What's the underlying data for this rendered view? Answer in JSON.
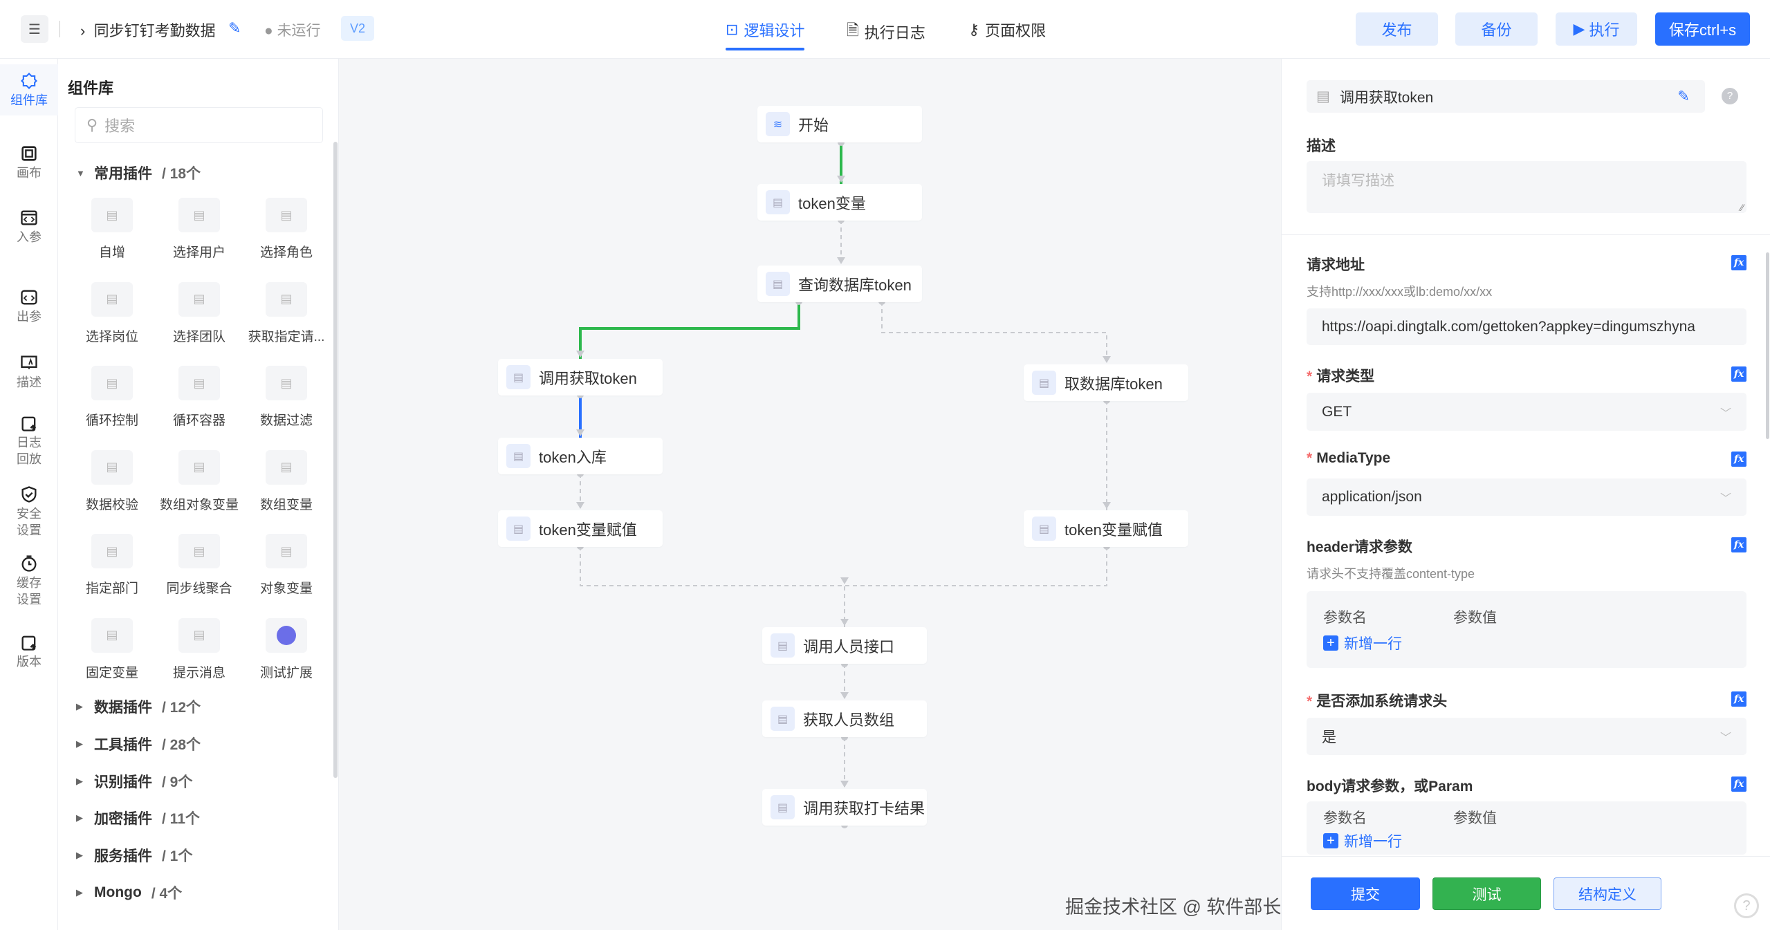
{
  "header": {
    "title": "同步钉钉考勤数据",
    "status": "未运行",
    "version": "V2",
    "tabs": [
      {
        "label": "逻辑设计",
        "active": true
      },
      {
        "label": "执行日志"
      },
      {
        "label": "页面权限"
      }
    ],
    "buttons": {
      "publish": "发布",
      "backup": "备份",
      "run": "执行",
      "save": "保存ctrl+s"
    }
  },
  "rail": [
    {
      "label": "组件库",
      "icon": "puzzle-icon",
      "active": true
    },
    {
      "label": "画布",
      "icon": "canvas-icon"
    },
    {
      "label": "入参",
      "icon": "code-icon"
    },
    {
      "label": "出参",
      "icon": "output-icon"
    },
    {
      "label": "描述",
      "icon": "description-icon"
    },
    {
      "label": "日志\n回放",
      "icon": "log-replay-icon"
    },
    {
      "label": "安全\n设置",
      "icon": "shield-icon"
    },
    {
      "label": "缓存\n设置",
      "icon": "timer-icon"
    },
    {
      "label": "版本",
      "icon": "version-icon"
    }
  ],
  "library": {
    "title": "组件库",
    "search_placeholder": "搜索",
    "open_section": {
      "name": "常用插件",
      "count": "/ 18个"
    },
    "components": [
      "自增",
      "选择用户",
      "选择角色",
      "选择岗位",
      "选择团队",
      "获取指定请...",
      "循环控制",
      "循环容器",
      "数据过滤",
      "数据校验",
      "数组对象变量",
      "数组变量",
      "指定部门",
      "同步线聚合",
      "对象变量",
      "固定变量",
      "提示消息",
      "测试扩展"
    ],
    "sections": [
      {
        "name": "数据插件",
        "count": "/ 12个"
      },
      {
        "name": "工具插件",
        "count": "/ 28个"
      },
      {
        "name": "识别插件",
        "count": "/ 9个"
      },
      {
        "name": "加密插件",
        "count": "/ 11个"
      },
      {
        "name": "服务插件",
        "count": "/ 1个"
      },
      {
        "name": "Mongo",
        "count": "/ 4个"
      }
    ]
  },
  "flow": {
    "nodes": [
      {
        "label": "开始",
        "icon": "start-layers-icon"
      },
      {
        "label": "token变量"
      },
      {
        "label": "查询数据库token"
      },
      {
        "label": "调用获取token"
      },
      {
        "label": "token入库"
      },
      {
        "label": "token变量赋值"
      },
      {
        "label": "取数据库token"
      },
      {
        "label": "token变量赋值"
      },
      {
        "label": "调用人员接口"
      },
      {
        "label": "获取人员数组"
      },
      {
        "label": "调用获取打卡结果"
      }
    ],
    "colors": {
      "success": "#2db84d",
      "active": "#2970ff",
      "pending": "#c8cacf"
    }
  },
  "panel": {
    "node_name": "调用获取token",
    "desc_label": "描述",
    "desc_placeholder": "请填写描述",
    "url_label": "请求地址",
    "url_hint": "支持http://xxx/xxx或lb:demo/xx/xx",
    "url_value": "https://oapi.dingtalk.com/gettoken?appkey=dingumszhyna",
    "method_label": "请求类型",
    "method_value": "GET",
    "media_label": "MediaType",
    "media_value": "application/json",
    "header_label": "header请求参数",
    "header_hint": "请求头不支持覆盖content-type",
    "param_name": "参数名",
    "param_value": "参数值",
    "add_row": "新增一行",
    "sys_header_label": "是否添加系统请求头",
    "sys_header_value": "是",
    "body_label": "body请求参数，或Param",
    "submit": "提交",
    "test": "测试",
    "structure": "结构定义",
    "watermark": "掘金技术社区 @ 软件部长"
  }
}
